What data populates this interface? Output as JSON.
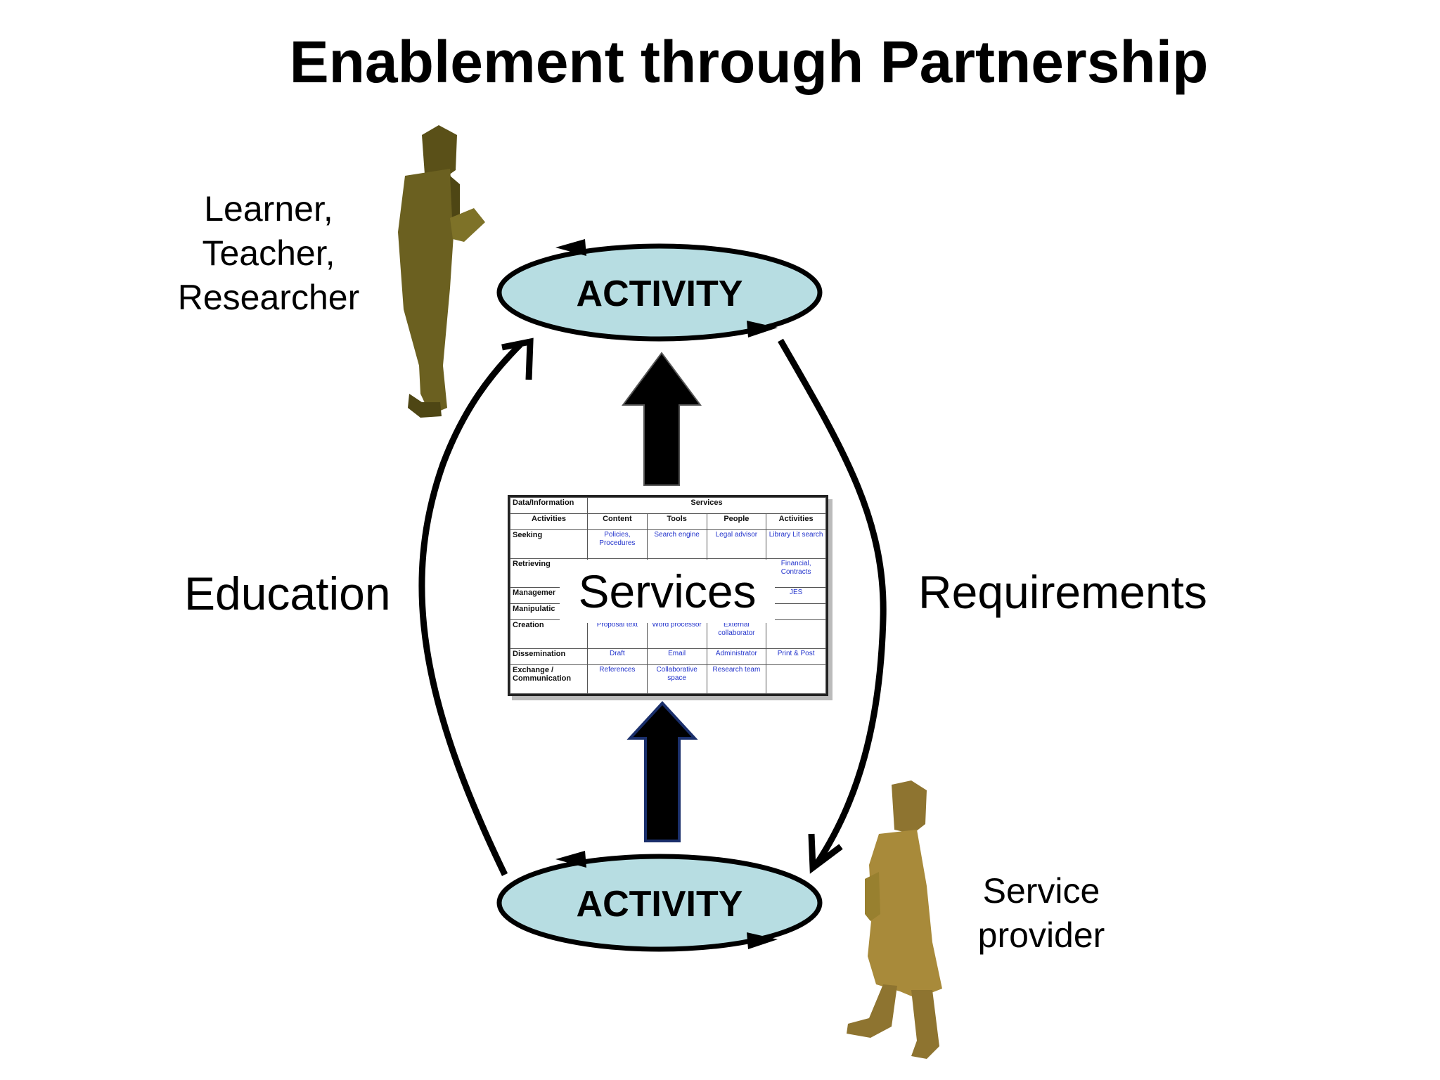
{
  "title": "Enablement through Partnership",
  "top_activity": "ACTIVITY",
  "bottom_activity": "ACTIVITY",
  "learner_lines": [
    "Learner,",
    "Teacher,",
    "Researcher"
  ],
  "provider_lines": [
    "Service",
    "provider"
  ],
  "left_flow": "Education",
  "right_flow": "Requirements",
  "center_label": "Services",
  "colors": {
    "ellipse_fill": "#b7dde2",
    "learner_figure": "#6b6020",
    "provider_figure": "#a88a3a",
    "arrow": "#000000",
    "table_link": "#2233cc"
  },
  "services_table": {
    "corner": "Data/Information",
    "group_header": "Services",
    "sub_corner": "Activities",
    "columns": [
      "Content",
      "Tools",
      "People",
      "Activities"
    ],
    "rows": [
      {
        "label": "Seeking",
        "cells": [
          "Policies, Procedures",
          "Search engine",
          "Legal advisor",
          "Library Lit search"
        ]
      },
      {
        "label": "Retrieving",
        "cells": [
          "",
          "",
          "",
          "Financial, Contracts"
        ]
      },
      {
        "label": "Managemer",
        "cells": [
          "",
          "",
          "",
          "JES"
        ]
      },
      {
        "label": "Manipulatic",
        "cells": [
          "",
          "",
          "",
          ""
        ]
      },
      {
        "label": "Creation",
        "cells": [
          "Proposal text",
          "Word processor",
          "External collaborator",
          ""
        ]
      },
      {
        "label": "Dissemination",
        "cells": [
          "Draft",
          "Email",
          "Administrator",
          "Print & Post"
        ]
      },
      {
        "label": "Exchange / Communication",
        "cells": [
          "References",
          "Collaborative space",
          "Research team",
          ""
        ]
      }
    ]
  }
}
